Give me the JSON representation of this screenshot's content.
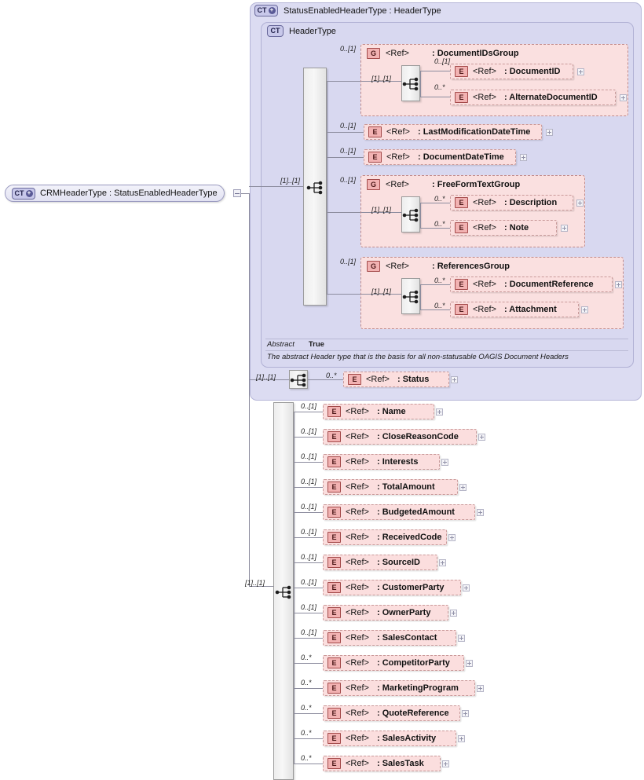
{
  "diagram": {
    "title": "CRMHeaderType XSD structure diagram",
    "root": {
      "badge": "CT",
      "label": "CRMHeaderType : StatusEnabledHeaderType"
    },
    "outer_type": {
      "badge": "CT",
      "label": "StatusEnabledHeaderType : HeaderType"
    },
    "inner_type": {
      "badge": "CT",
      "label": "HeaderType"
    },
    "meta": {
      "abstract_key": "Abstract",
      "abstract_value": "True",
      "annotation": "The abstract Header type that is the basis for all non-statusable OAGIS Document Headers"
    },
    "cardinalities": {
      "one_one": "[1]..[1]",
      "zero_one": "0..[1]",
      "zero_many": "0..*"
    },
    "ref_label": "<Ref>",
    "groups": [
      {
        "badge": "G",
        "ref": "<Ref>",
        "name": ": DocumentIDsGroup",
        "cardinality": "0..[1]",
        "seq_cardinality": "[1]..[1]",
        "children": [
          {
            "badge": "E",
            "ref": "<Ref>",
            "name": ": DocumentID",
            "cardinality": "0..[1]"
          },
          {
            "badge": "E",
            "ref": "<Ref>",
            "name": ": AlternateDocumentID",
            "cardinality": "0..*"
          }
        ]
      },
      {
        "badge": "G",
        "ref": "<Ref>",
        "name": ": FreeFormTextGroup",
        "cardinality": "0..[1]",
        "seq_cardinality": "[1]..[1]",
        "children": [
          {
            "badge": "E",
            "ref": "<Ref>",
            "name": ": Description",
            "cardinality": "0..*"
          },
          {
            "badge": "E",
            "ref": "<Ref>",
            "name": ": Note",
            "cardinality": "0..*"
          }
        ]
      },
      {
        "badge": "G",
        "ref": "<Ref>",
        "name": ": ReferencesGroup",
        "cardinality": "0..[1]",
        "seq_cardinality": "[1]..[1]",
        "children": [
          {
            "badge": "E",
            "ref": "<Ref>",
            "name": ": DocumentReference",
            "cardinality": "0..*"
          },
          {
            "badge": "E",
            "ref": "<Ref>",
            "name": ": Attachment",
            "cardinality": "0..*"
          }
        ]
      }
    ],
    "header_elements": [
      {
        "badge": "E",
        "ref": "<Ref>",
        "name": ": LastModificationDateTime",
        "cardinality": "0..[1]"
      },
      {
        "badge": "E",
        "ref": "<Ref>",
        "name": ": DocumentDateTime",
        "cardinality": "0..[1]"
      }
    ],
    "status_element": {
      "badge": "E",
      "ref": "<Ref>",
      "name": ": Status",
      "cardinality": "0..*",
      "seq_cardinality": "[1]..[1]"
    },
    "crm_sequence_cardinality": "[1]..[1]",
    "crm_elements": [
      {
        "badge": "E",
        "ref": "<Ref>",
        "name": ": Name",
        "cardinality": "0..[1]"
      },
      {
        "badge": "E",
        "ref": "<Ref>",
        "name": ": CloseReasonCode",
        "cardinality": "0..[1]"
      },
      {
        "badge": "E",
        "ref": "<Ref>",
        "name": ": Interests",
        "cardinality": "0..[1]"
      },
      {
        "badge": "E",
        "ref": "<Ref>",
        "name": ": TotalAmount",
        "cardinality": "0..[1]"
      },
      {
        "badge": "E",
        "ref": "<Ref>",
        "name": ": BudgetedAmount",
        "cardinality": "0..[1]"
      },
      {
        "badge": "E",
        "ref": "<Ref>",
        "name": ": ReceivedCode",
        "cardinality": "0..[1]"
      },
      {
        "badge": "E",
        "ref": "<Ref>",
        "name": ": SourceID",
        "cardinality": "0..[1]"
      },
      {
        "badge": "E",
        "ref": "<Ref>",
        "name": ": CustomerParty",
        "cardinality": "0..[1]"
      },
      {
        "badge": "E",
        "ref": "<Ref>",
        "name": ": OwnerParty",
        "cardinality": "0..[1]"
      },
      {
        "badge": "E",
        "ref": "<Ref>",
        "name": ": SalesContact",
        "cardinality": "0..[1]"
      },
      {
        "badge": "E",
        "ref": "<Ref>",
        "name": ": CompetitorParty",
        "cardinality": "0..*"
      },
      {
        "badge": "E",
        "ref": "<Ref>",
        "name": ": MarketingProgram",
        "cardinality": "0..*"
      },
      {
        "badge": "E",
        "ref": "<Ref>",
        "name": ": QuoteReference",
        "cardinality": "0..*"
      },
      {
        "badge": "E",
        "ref": "<Ref>",
        "name": ": SalesActivity",
        "cardinality": "0..*"
      },
      {
        "badge": "E",
        "ref": "<Ref>",
        "name": ": SalesTask",
        "cardinality": "0..*"
      }
    ]
  },
  "colors": {
    "container_bg": "#dcdcf2",
    "group_bg": "#fae0e0",
    "element_bg": "#fbdede",
    "badge_red": "#f2b2b2",
    "badge_blue": "#c8c8ea",
    "line": "#8c8c9e"
  }
}
